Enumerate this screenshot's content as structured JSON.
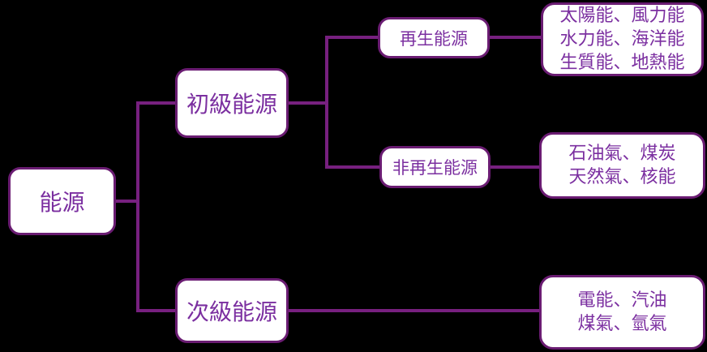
{
  "colors": {
    "background": "#000000",
    "node_fill": "#ffffff",
    "node_border": "#6a1c72",
    "line": "#77207f",
    "text": "#7b2fa0"
  },
  "nodes": {
    "root": {
      "label": "能源"
    },
    "primary": {
      "label": "初級能源"
    },
    "secondary": {
      "label": "次級能源"
    },
    "renewable": {
      "label": "再生能源"
    },
    "non_renewable": {
      "label": "非再生能源"
    }
  },
  "leaves": {
    "renewable_examples": {
      "lines": [
        "太陽能、風力能",
        "水力能、海洋能",
        "生質能、地熱能"
      ]
    },
    "non_renewable_examples": {
      "lines": [
        "石油氣、煤炭",
        "天然氣、核能"
      ]
    },
    "secondary_examples": {
      "lines": [
        "電能、汽油",
        "煤氣、氫氣"
      ]
    }
  }
}
